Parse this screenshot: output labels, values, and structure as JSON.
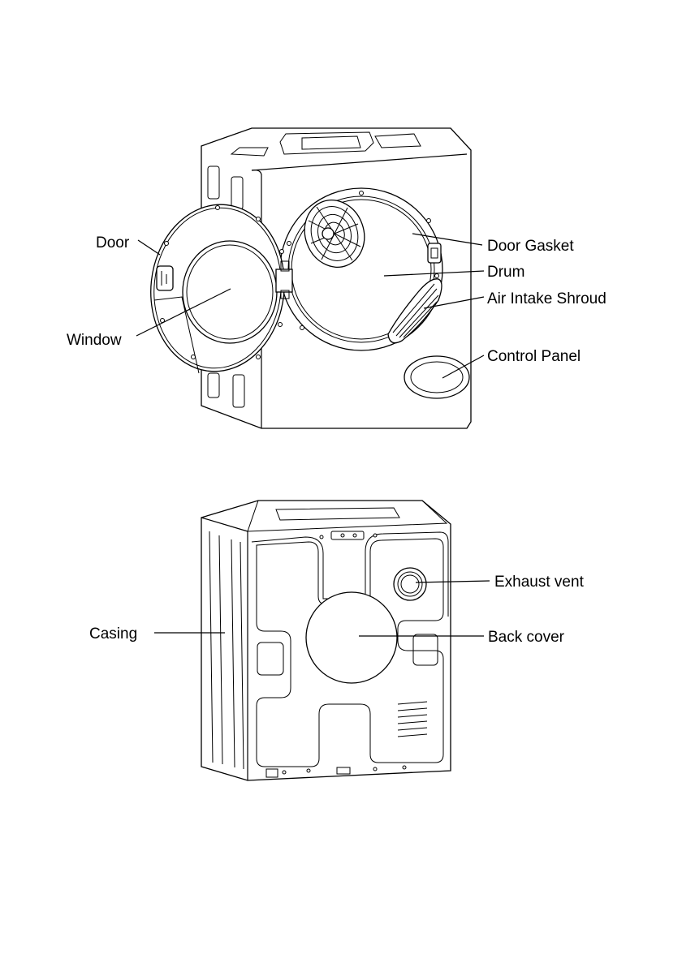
{
  "front_view": {
    "labels": {
      "door": "Door",
      "window": "Window",
      "door_gasket": "Door Gasket",
      "drum": "Drum",
      "air_intake_shroud": "Air Intake Shroud",
      "control_panel": "Control Panel"
    }
  },
  "rear_view": {
    "labels": {
      "casing": "Casing",
      "exhaust_vent": "Exhaust vent",
      "back_cover": "Back cover"
    }
  }
}
